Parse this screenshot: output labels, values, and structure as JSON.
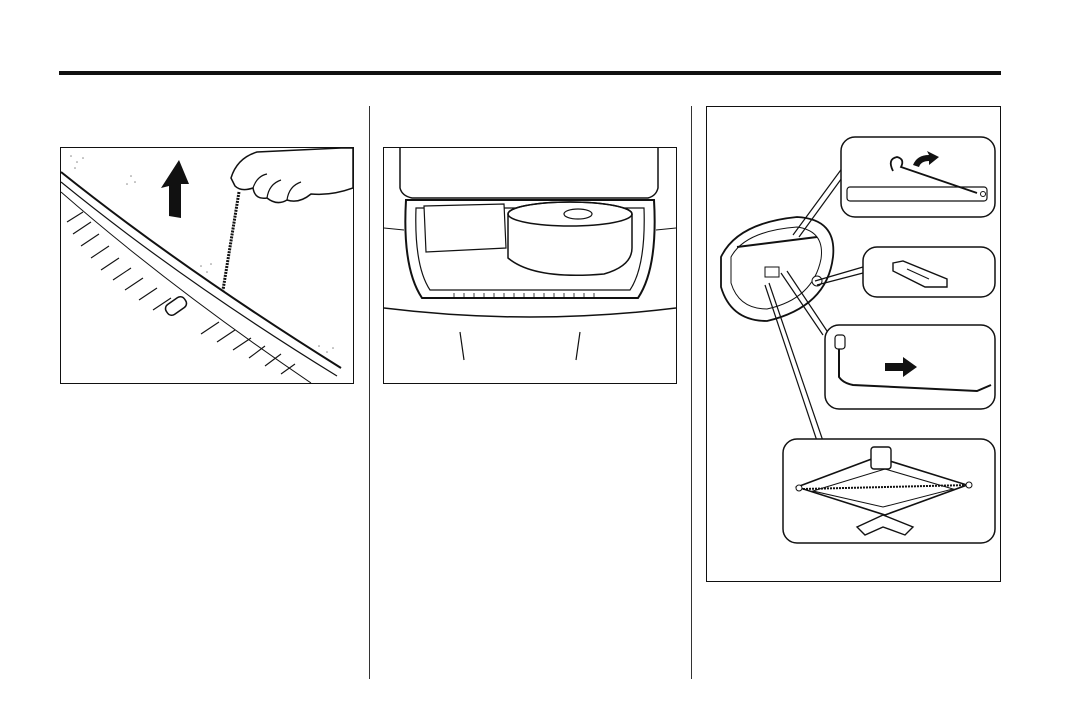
{
  "page": {
    "figures": [
      {
        "id": "fig-lift-floor-cover"
      },
      {
        "id": "fig-spare-tire-compartment"
      },
      {
        "id": "fig-jack-tool-kit"
      }
    ]
  },
  "colors": {
    "ink": "#111111",
    "paper": "#ffffff"
  }
}
